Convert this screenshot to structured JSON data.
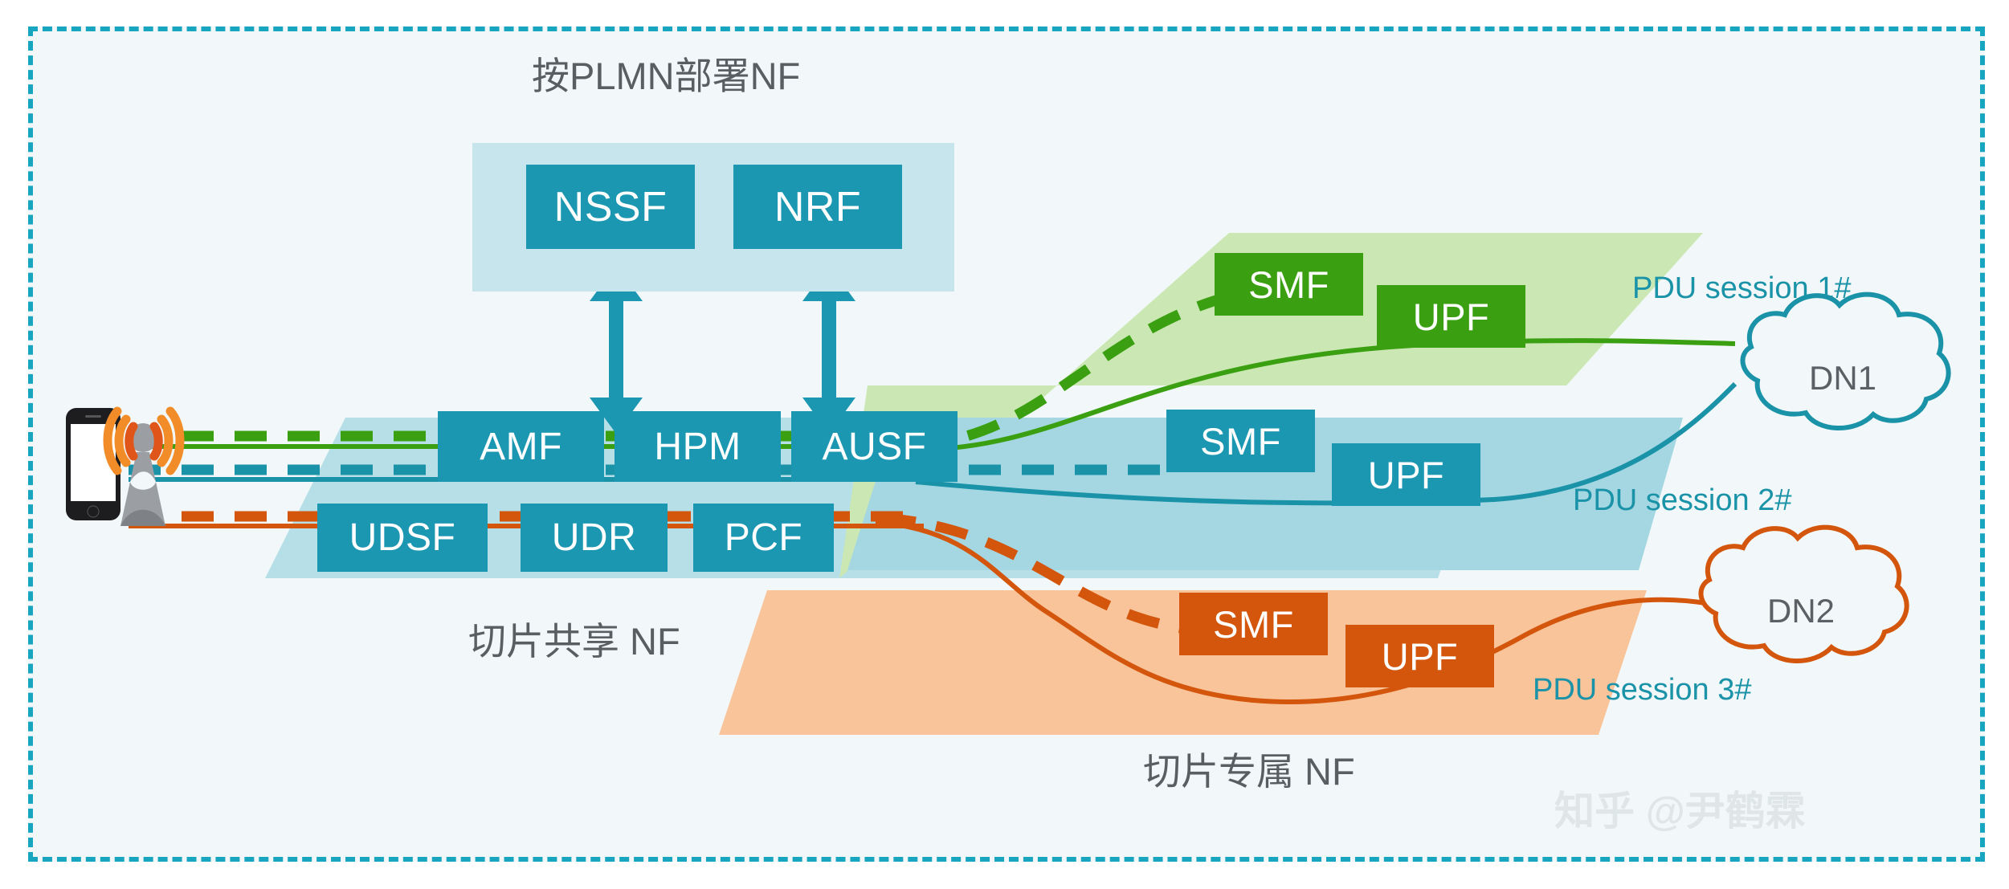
{
  "diagram": {
    "title_plmn": "按PLMN部署NF",
    "label_shared_nf": "切片共享 NF",
    "label_dedicated_nf": "切片专属 NF",
    "watermark": "知乎 @尹鹤霖"
  },
  "plmn_panel": {
    "nodes": [
      {
        "label": "NSSF"
      },
      {
        "label": "NRF"
      }
    ]
  },
  "shared_nf": {
    "row_top": [
      {
        "label": "AMF"
      },
      {
        "label": "HPM"
      },
      {
        "label": "AUSF"
      }
    ],
    "row_bottom": [
      {
        "label": "UDSF"
      },
      {
        "label": "UDR"
      },
      {
        "label": "PCF"
      }
    ]
  },
  "slices": [
    {
      "name": "slice-1",
      "color": "#3aa012",
      "fill": "#cbe8b4",
      "session_label": "PDU session 1#",
      "nodes": [
        {
          "label": "SMF"
        },
        {
          "label": "UPF"
        }
      ]
    },
    {
      "name": "slice-2",
      "color": "#1a92a8",
      "fill": "#a4d7e2",
      "session_label": "PDU session 2#",
      "nodes": [
        {
          "label": "SMF"
        },
        {
          "label": "UPF"
        }
      ]
    },
    {
      "name": "slice-3",
      "color": "#d3560c",
      "fill": "#f9c49a",
      "session_label": "PDU session 3#",
      "nodes": [
        {
          "label": "SMF"
        },
        {
          "label": "UPF"
        }
      ]
    }
  ],
  "data_networks": [
    {
      "label": "DN1",
      "color": "#1a92a8"
    },
    {
      "label": "DN2",
      "color": "#d3560c"
    }
  ],
  "endpoints": {
    "ue_icon": "smartphone-icon",
    "ran_icon": "cell-tower-icon"
  },
  "colors": {
    "background": "#f2f8f9",
    "frame_border": "#17a5c0",
    "teal": "#1c97b2",
    "panel_light_blue": "#c6e5ec",
    "shared_region": "#b7dfe8",
    "green": "#3aa012",
    "orange": "#d3560c",
    "text_dark": "#585f63"
  }
}
